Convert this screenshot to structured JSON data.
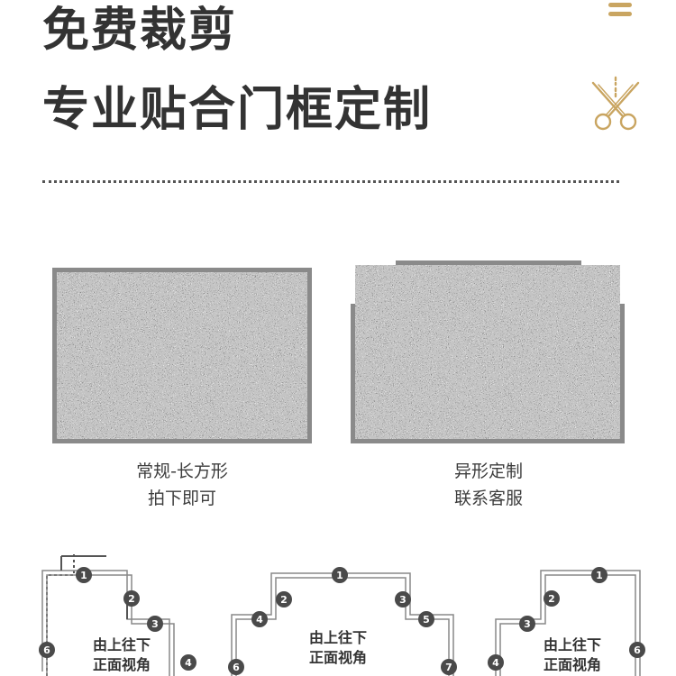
{
  "header": {
    "title_line1": "免费裁剪",
    "title_line2": "专业贴合门框定制",
    "accent_color": "#c9a561"
  },
  "icons": {
    "menu": "menu-icon",
    "scissors": "scissors-icon"
  },
  "mats": [
    {
      "shape": "rectangle",
      "caption_line1": "常规-长方形",
      "caption_line2": "拍下即可"
    },
    {
      "shape": "custom",
      "caption_line1": "异形定制",
      "caption_line2": "联系客服"
    }
  ],
  "diagrams": [
    {
      "text_line1": "由上往下",
      "text_line2": "正面视角",
      "nodes": [
        "1",
        "2",
        "3",
        "4",
        "6"
      ]
    },
    {
      "text_line1": "由上往下",
      "text_line2": "正面视角",
      "nodes": [
        "1",
        "2",
        "3",
        "4",
        "5",
        "6",
        "7"
      ]
    },
    {
      "text_line1": "由上往下",
      "text_line2": "正面视角",
      "nodes": [
        "1",
        "2",
        "3",
        "4",
        "6"
      ]
    }
  ]
}
